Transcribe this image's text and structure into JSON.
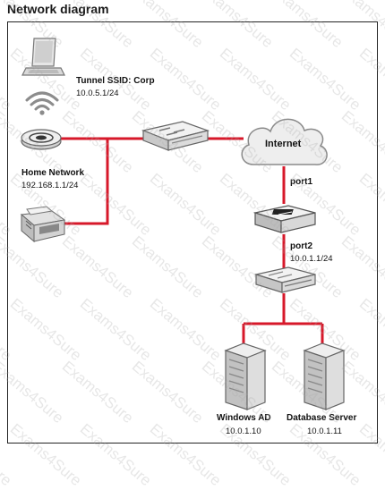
{
  "title": "Network diagram",
  "watermark": "Exams4Sure",
  "link_color": "#d7182a",
  "nodes": {
    "laptop": {
      "icon": "laptop-icon"
    },
    "wifi": {
      "icon": "wifi-icon"
    },
    "access_point": {
      "icon": "access-point-icon"
    },
    "printer": {
      "icon": "printer-icon"
    },
    "switch": {
      "icon": "switch-icon"
    },
    "internet": {
      "icon": "cloud-icon",
      "label": "Internet"
    },
    "firewall": {
      "icon": "firewall-icon"
    },
    "internal_switch": {
      "icon": "switch-icon"
    },
    "windows_ad": {
      "icon": "server-icon",
      "name": "Windows AD",
      "ip": "10.0.1.10"
    },
    "database_server": {
      "icon": "server-icon",
      "name": "Database Server",
      "ip": "10.0.1.11"
    }
  },
  "labels": {
    "tunnel_ssid": "Tunnel SSID: Corp",
    "tunnel_ip": "10.0.5.1/24",
    "home_network": "Home Network",
    "home_ip": "192.168.1.1/24",
    "port1": "port1",
    "port2": "port2",
    "port2_ip": "10.0.1.1/24"
  }
}
